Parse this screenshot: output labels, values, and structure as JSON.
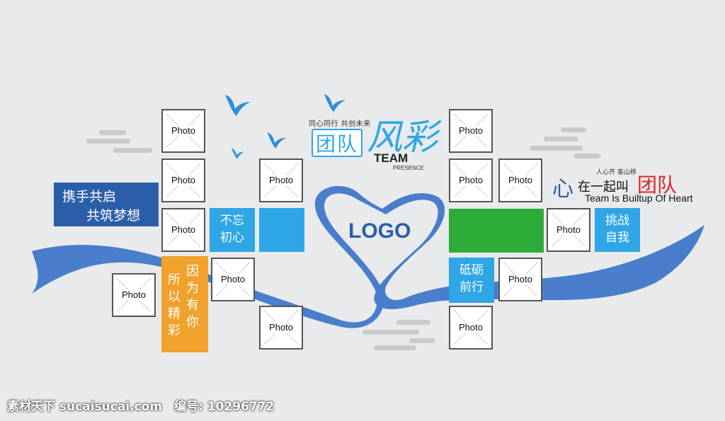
{
  "title": {
    "small_text": "同心同行 共创未来",
    "main_chars": "团队",
    "script_text": "风彩",
    "english": "TEAM",
    "english_sub": "PRESENCE"
  },
  "slogan_left": {
    "line1": "携手共启",
    "line2": "共筑梦想"
  },
  "slogan_right": {
    "small": "人心齐 泰山移",
    "heart": "心",
    "together": "在一起叫",
    "team": "团队",
    "english": "Team Is Builtup Of Heart"
  },
  "tiles": {
    "never_forget": {
      "line1": "不忘",
      "line2": "初心"
    },
    "because_you": {
      "col1": "所以精彩",
      "col2": "因为有你"
    },
    "forge_ahead": {
      "line1": "砥砺",
      "line2": "前行"
    },
    "challenge": {
      "line1": "挑战",
      "line2": "自我"
    }
  },
  "logo": "LOGO",
  "photo_label": "Photo",
  "watermark": {
    "site": "素材天下 sucaisucai.com",
    "id_label": "编号: 10296772"
  },
  "colors": {
    "navy": "#2b5ea8",
    "sky": "#2fa6e6",
    "green": "#2eac3a",
    "orange": "#f0a22c",
    "ribbon": "#3a74c8",
    "red": "#d8262c"
  }
}
